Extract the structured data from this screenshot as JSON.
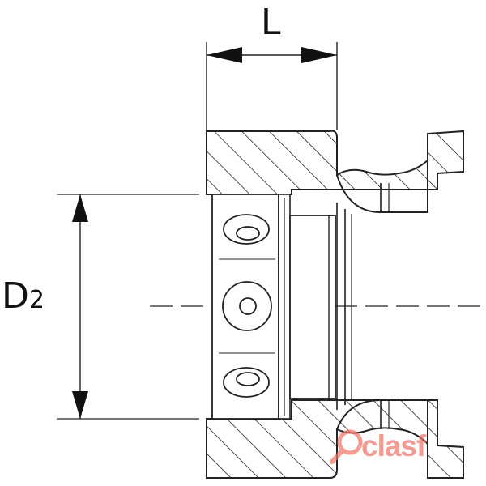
{
  "dimension_labels": {
    "length": "L",
    "diameter_main": "D",
    "diameter_sub": "2"
  },
  "watermark": {
    "text": "clasf",
    "icon": "magnifier-icon",
    "color": "#f0766a"
  },
  "colors": {
    "line": "#222222",
    "background": "#ffffff"
  }
}
